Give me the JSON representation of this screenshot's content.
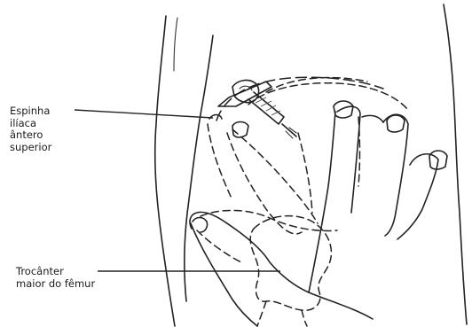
{
  "labels": {
    "asis": [
      "Espinha",
      "ilíaca",
      "ântero",
      "superior"
    ],
    "trochanter": [
      "Trocânter",
      "maior do fêmur"
    ]
  },
  "colors": {
    "ink": "#222222",
    "paper": "#ffffff"
  }
}
